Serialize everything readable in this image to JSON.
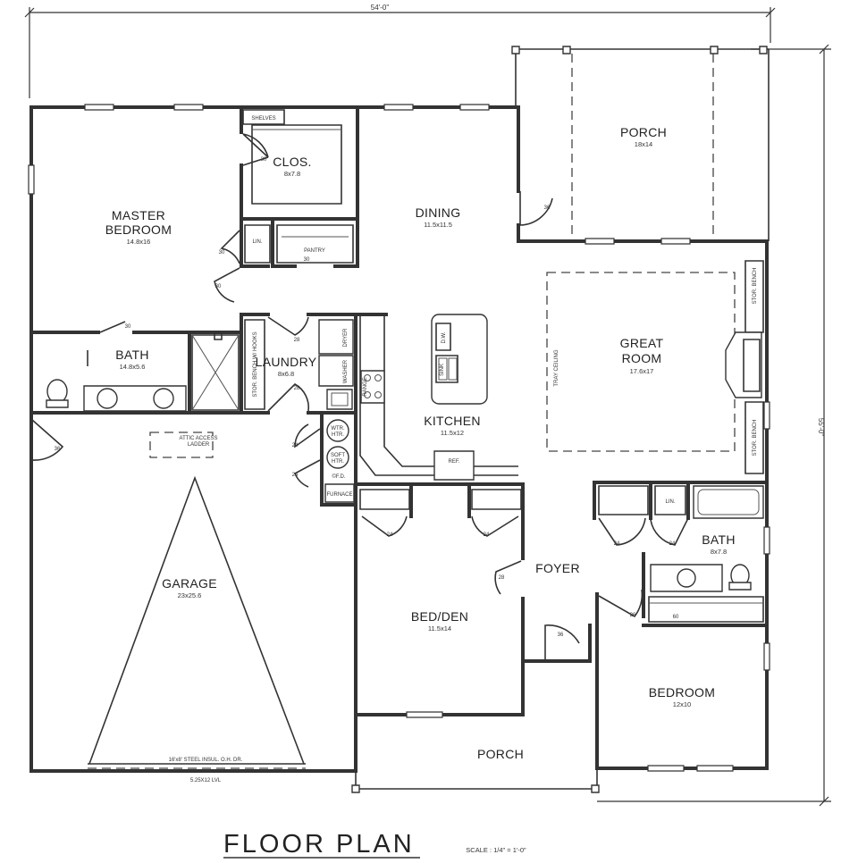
{
  "title": "FLOOR PLAN",
  "scale": "SCALE : 1/4\" = 1'-0\"",
  "dimensions": {
    "width": "54'-0\"",
    "depth": "55'-0\""
  },
  "rooms": {
    "master_bedroom": {
      "name_line1": "MASTER",
      "name_line2": "BEDROOM",
      "size": "14.8x16"
    },
    "closet": {
      "name": "CLOS.",
      "size": "8x7.8"
    },
    "shelves": "SHELVES",
    "linen_master": "LIN.",
    "pantry": "PANTRY",
    "dining": {
      "name": "DINING",
      "size": "11.5x11.5"
    },
    "porch_rear": {
      "name": "PORCH",
      "size": "18x14"
    },
    "master_bath": {
      "name": "BATH",
      "size": "14.8x5.6"
    },
    "laundry": {
      "name": "LAUNDRY",
      "size": "8x6.8"
    },
    "great_room": {
      "name_line1": "GREAT",
      "name_line2": "ROOM",
      "size": "17.6x17"
    },
    "kitchen": {
      "name": "KITCHEN",
      "size": "11.5x12"
    },
    "garage": {
      "name": "GARAGE",
      "size": "23x25.6"
    },
    "bed_den": {
      "name": "BED/DEN",
      "size": "11.5x14"
    },
    "foyer": {
      "name": "FOYER"
    },
    "bath2": {
      "name": "BATH",
      "size": "8x7.8"
    },
    "linen_hall": "LIN.",
    "bedroom": {
      "name": "BEDROOM",
      "size": "12x10"
    },
    "porch_front": {
      "name": "PORCH"
    }
  },
  "labels": {
    "dryer": "DRYER",
    "washer": "WASHER",
    "range": "RANGE",
    "dw": "D.W.",
    "sink": "SINK",
    "ref": "REF.",
    "bench_laundry": "STOR. BENCH W/ HOOKS",
    "bench_great_top": "STOR. BENCH",
    "bench_great_bottom": "STOR. BENCH",
    "tray_ceiling": "TRAY CEILING",
    "attic_line1": "ATTIC ACCESS",
    "attic_line2": "LADDER",
    "wtr_line1": "WTR.",
    "wtr_line2": "HTR.",
    "soft_line1": "SOFT",
    "soft_line2": "HTR.",
    "fd": "©F.D.",
    "furnace": "FURNACE",
    "garage_door": "16'x8' STEEL INSUL. O.H. DR.",
    "header": "5.25X12 LVL"
  },
  "door_tags": {
    "d30": "30",
    "d36": "36",
    "d28": "28",
    "d24": "24",
    "d26": "26",
    "d60": "60"
  }
}
